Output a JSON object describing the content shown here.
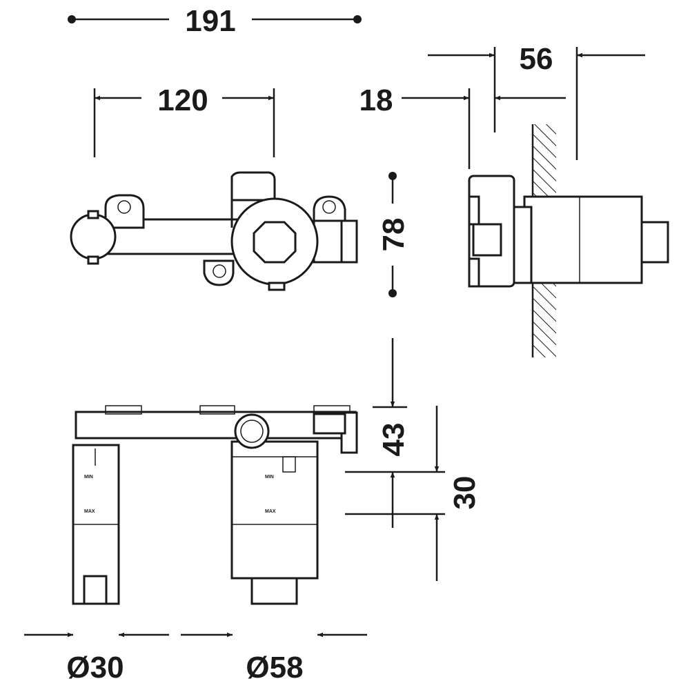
{
  "dimensions": {
    "overall_width": "191",
    "inlet_spacing": "120",
    "wall_offset": "18",
    "projection": "56",
    "body_height": "78",
    "upper_depth": "43",
    "lower_depth": "30",
    "small_diameter": "Ø30",
    "large_diameter": "Ø58"
  },
  "depth_markings": {
    "min_mark": "MIN",
    "max_mark": "MAX"
  },
  "colors": {
    "line": "#1a1a1a",
    "background": "#ffffff"
  }
}
